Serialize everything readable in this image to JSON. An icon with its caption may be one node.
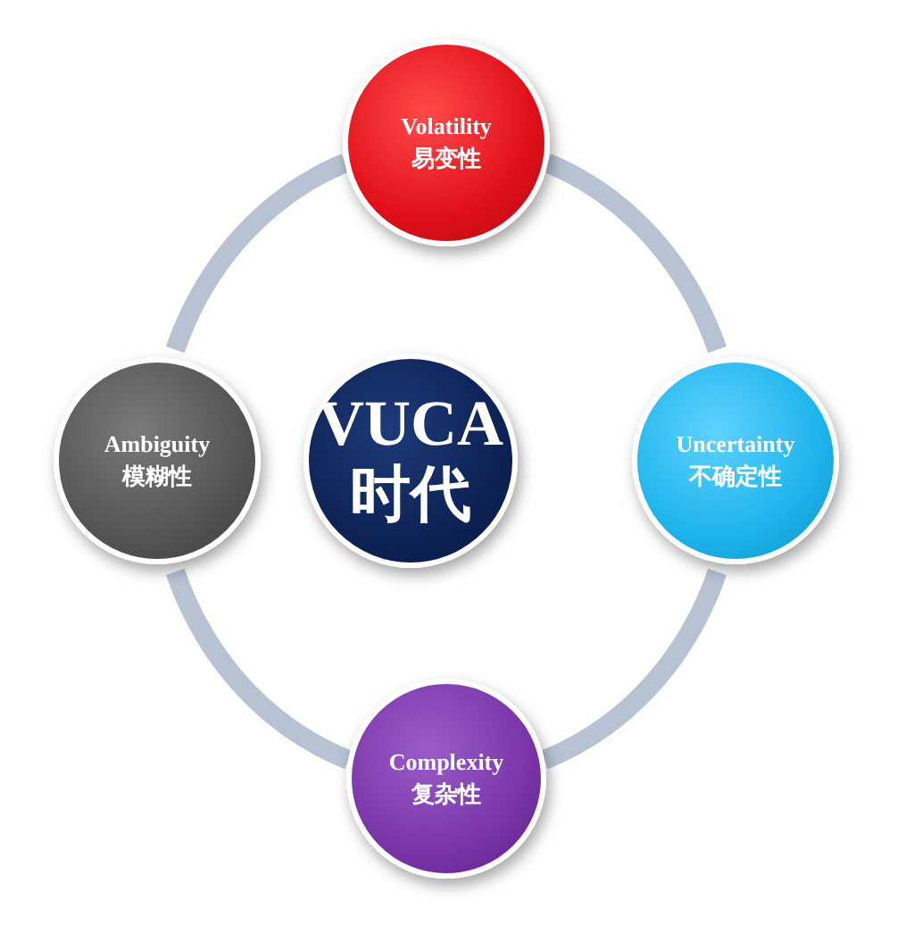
{
  "diagram": {
    "nodes": [
      {
        "text": [
          "Volatility",
          "易变性"
        ]
      },
      {
        "text": [
          "Ambiguity",
          "模糊性"
        ]
      },
      {
        "text": [
          "VUCA",
          "时代"
        ]
      },
      {
        "text": [
          "Uncertainty",
          "不确定性"
        ]
      },
      {
        "text": [
          "Complexity",
          "复杂性"
        ]
      }
    ],
    "edges": [
      {
        "from": 0,
        "to": 3,
        "arrow": "none"
      },
      {
        "from": 3,
        "to": 4,
        "arrow": "none"
      },
      {
        "from": 4,
        "to": 1,
        "arrow": "none"
      },
      {
        "from": 1,
        "to": 0,
        "arrow": "none"
      }
    ]
  }
}
